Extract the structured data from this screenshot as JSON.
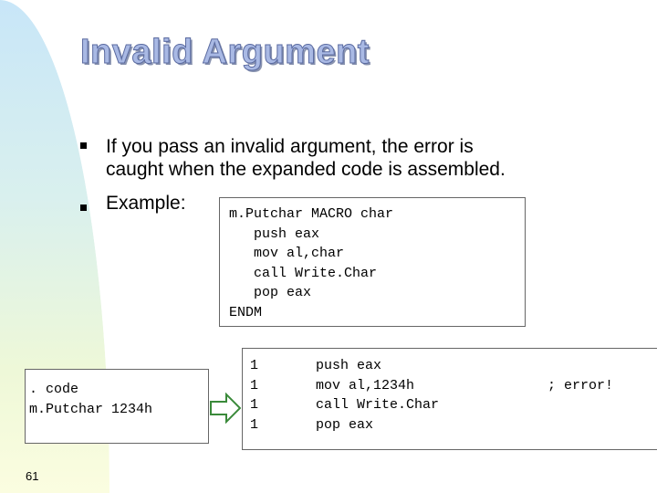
{
  "slide": {
    "title": "Invalid Argument",
    "bullets": [
      "If you pass an invalid argument, the error is\ncaught when the expanded code is assembled.",
      "Example:"
    ],
    "macro_code": "m.Putchar MACRO char\n   push eax\n   mov al,char\n   call Write.Char\n   pop eax\nENDM",
    "call_code": ". code\nm.Putchar 1234h",
    "expansion_line_numbers": "1\n1\n1\n1",
    "expansion_code": "push eax\nmov al,1234h\ncall Write.Char\npop eax",
    "expansion_comment": "; error!",
    "slide_number": "61"
  }
}
